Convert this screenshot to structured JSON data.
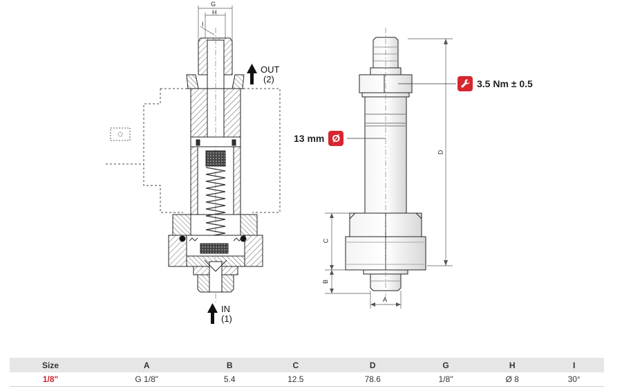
{
  "labels": {
    "g": "G",
    "h": "H",
    "i": "I",
    "a": "A",
    "b": "B",
    "c": "C",
    "d": "D"
  },
  "ports": {
    "out_label": "OUT",
    "out_num": "(2)",
    "in_label": "IN",
    "in_num": "(1)"
  },
  "callouts": {
    "torque": "3.5 Nm ± 0.5",
    "diameter": "13 mm",
    "diameter_symbol": "Ø"
  },
  "icons": {
    "torque": "wrench-icon",
    "diameter": "diameter-icon"
  },
  "colors": {
    "accent": "#d6262e",
    "size_text": "#c8202a",
    "header_bg": "#e6e6e6"
  },
  "table": {
    "headers": [
      "Size",
      "A",
      "B",
      "C",
      "D",
      "G",
      "H",
      "I"
    ],
    "rows": [
      [
        "1/8\"",
        "G 1/8\"",
        "5.4",
        "12.5",
        "78.6",
        "1/8\"",
        "Ø 8",
        "30°"
      ]
    ]
  }
}
